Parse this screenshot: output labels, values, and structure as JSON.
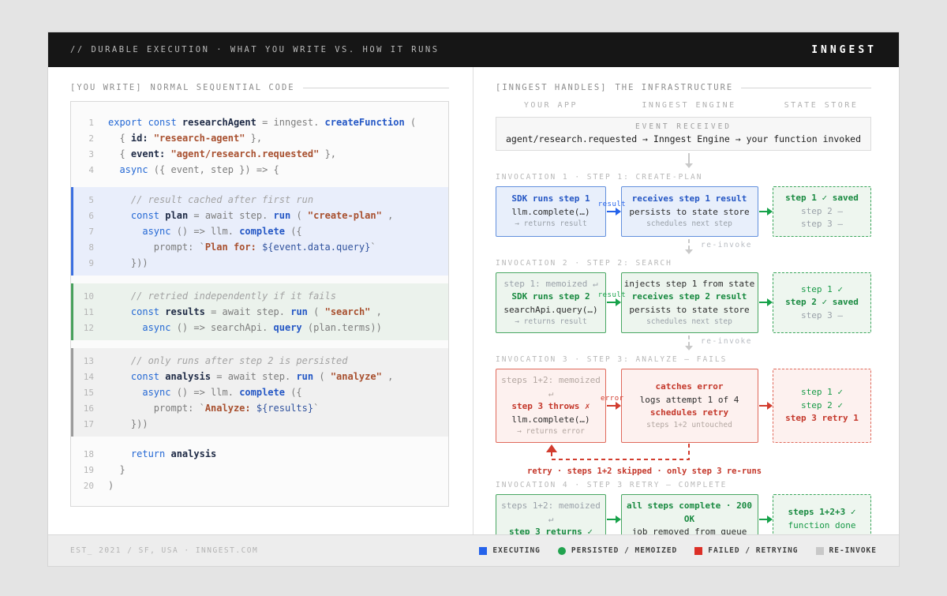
{
  "header": {
    "left": "// DURABLE EXECUTION  ·  WHAT YOU WRITE VS. HOW IT RUNS",
    "brand": "INNGEST"
  },
  "left_panel": {
    "title_tag": "[YOU WRITE]",
    "title": "NORMAL SEQUENTIAL CODE",
    "code": {
      "segments": [
        {
          "hl": "none",
          "lines": [
            {
              "n": 1,
              "tokens": [
                {
                  "t": "export const ",
                  "c": "kw"
                },
                {
                  "t": "researchAgent",
                  "c": "var"
                },
                {
                  "t": " = inngest. ",
                  "c": "pl"
                },
                {
                  "t": "createFunction",
                  "c": "fn"
                },
                {
                  "t": " (",
                  "c": "pl"
                }
              ]
            },
            {
              "n": 2,
              "tokens": [
                {
                  "t": "  { ",
                  "c": "pl"
                },
                {
                  "t": "id:",
                  "c": "var"
                },
                {
                  "t": " ",
                  "c": "pl"
                },
                {
                  "t": "\"research-agent\"",
                  "c": "str"
                },
                {
                  "t": " },",
                  "c": "pl"
                }
              ]
            },
            {
              "n": 3,
              "tokens": [
                {
                  "t": "  { ",
                  "c": "pl"
                },
                {
                  "t": "event:",
                  "c": "var"
                },
                {
                  "t": " ",
                  "c": "pl"
                },
                {
                  "t": "\"agent/research.requested\"",
                  "c": "str"
                },
                {
                  "t": " },",
                  "c": "pl"
                }
              ]
            },
            {
              "n": 4,
              "tokens": [
                {
                  "t": "  ",
                  "c": "pl"
                },
                {
                  "t": "async",
                  "c": "kw"
                },
                {
                  "t": " ({ event, step }) => {",
                  "c": "pl"
                }
              ]
            }
          ]
        },
        {
          "hl": "blue",
          "lines": [
            {
              "n": 5,
              "tokens": [
                {
                  "t": "    // result cached after first run",
                  "c": "cm"
                }
              ]
            },
            {
              "n": 6,
              "tokens": [
                {
                  "t": "    ",
                  "c": "pl"
                },
                {
                  "t": "const ",
                  "c": "kw"
                },
                {
                  "t": "plan",
                  "c": "var"
                },
                {
                  "t": " = await step. ",
                  "c": "pl"
                },
                {
                  "t": "run",
                  "c": "fn"
                },
                {
                  "t": " ( ",
                  "c": "pl"
                },
                {
                  "t": "\"create-plan\"",
                  "c": "str"
                },
                {
                  "t": " ,",
                  "c": "pl"
                }
              ]
            },
            {
              "n": 7,
              "tokens": [
                {
                  "t": "      ",
                  "c": "pl"
                },
                {
                  "t": "async",
                  "c": "kw"
                },
                {
                  "t": " () => llm. ",
                  "c": "pl"
                },
                {
                  "t": "complete",
                  "c": "fn"
                },
                {
                  "t": " ({",
                  "c": "pl"
                }
              ]
            },
            {
              "n": 8,
              "tokens": [
                {
                  "t": "        prompt: `",
                  "c": "pl"
                },
                {
                  "t": "Plan for: ",
                  "c": "str"
                },
                {
                  "t": "${event.data.query}",
                  "c": "tpl"
                },
                {
                  "t": "`",
                  "c": "pl"
                }
              ]
            },
            {
              "n": 9,
              "tokens": [
                {
                  "t": "    }))",
                  "c": "pl"
                }
              ]
            }
          ]
        },
        {
          "hl": "green",
          "lines": [
            {
              "n": 10,
              "tokens": [
                {
                  "t": "    // retried independently if it fails",
                  "c": "cm"
                }
              ]
            },
            {
              "n": 11,
              "tokens": [
                {
                  "t": "    ",
                  "c": "pl"
                },
                {
                  "t": "const ",
                  "c": "kw"
                },
                {
                  "t": "results",
                  "c": "var"
                },
                {
                  "t": " = await step. ",
                  "c": "pl"
                },
                {
                  "t": "run",
                  "c": "fn"
                },
                {
                  "t": " ( ",
                  "c": "pl"
                },
                {
                  "t": "\"search\"",
                  "c": "str"
                },
                {
                  "t": " ,",
                  "c": "pl"
                }
              ]
            },
            {
              "n": 12,
              "tokens": [
                {
                  "t": "      ",
                  "c": "pl"
                },
                {
                  "t": "async",
                  "c": "kw"
                },
                {
                  "t": " () => searchApi. ",
                  "c": "pl"
                },
                {
                  "t": "query",
                  "c": "fn"
                },
                {
                  "t": " (plan.terms))",
                  "c": "pl"
                }
              ]
            }
          ]
        },
        {
          "hl": "gray",
          "lines": [
            {
              "n": 13,
              "tokens": [
                {
                  "t": "    // only runs after step 2 is persisted",
                  "c": "cm"
                }
              ]
            },
            {
              "n": 14,
              "tokens": [
                {
                  "t": "    ",
                  "c": "pl"
                },
                {
                  "t": "const ",
                  "c": "kw"
                },
                {
                  "t": "analysis",
                  "c": "var"
                },
                {
                  "t": " = await step. ",
                  "c": "pl"
                },
                {
                  "t": "run",
                  "c": "fn"
                },
                {
                  "t": " ( ",
                  "c": "pl"
                },
                {
                  "t": "\"analyze\"",
                  "c": "str"
                },
                {
                  "t": " ,",
                  "c": "pl"
                }
              ]
            },
            {
              "n": 15,
              "tokens": [
                {
                  "t": "      ",
                  "c": "pl"
                },
                {
                  "t": "async",
                  "c": "kw"
                },
                {
                  "t": " () => llm. ",
                  "c": "pl"
                },
                {
                  "t": "complete",
                  "c": "fn"
                },
                {
                  "t": " ({",
                  "c": "pl"
                }
              ]
            },
            {
              "n": 16,
              "tokens": [
                {
                  "t": "        prompt: `",
                  "c": "pl"
                },
                {
                  "t": "Analyze: ",
                  "c": "str"
                },
                {
                  "t": "${results}",
                  "c": "tpl"
                },
                {
                  "t": "`",
                  "c": "pl"
                }
              ]
            },
            {
              "n": 17,
              "tokens": [
                {
                  "t": "    }))",
                  "c": "pl"
                }
              ]
            }
          ]
        },
        {
          "hl": "none",
          "lines": [
            {
              "n": 18,
              "tokens": [
                {
                  "t": "    ",
                  "c": "pl"
                },
                {
                  "t": "return ",
                  "c": "kw"
                },
                {
                  "t": "analysis",
                  "c": "var"
                }
              ]
            },
            {
              "n": 19,
              "tokens": [
                {
                  "t": "  }",
                  "c": "pl"
                }
              ]
            },
            {
              "n": 20,
              "tokens": [
                {
                  "t": ")",
                  "c": "pl"
                }
              ]
            }
          ]
        }
      ]
    }
  },
  "right_panel": {
    "title_tag": "[INNGEST HANDLES]",
    "title": "THE INFRASTRUCTURE",
    "columns": [
      "YOUR APP",
      "INNGEST ENGINE",
      "STATE STORE"
    ],
    "event_box": {
      "label": "EVENT RECEIVED",
      "text": "agent/research.requested → Inngest Engine → your function invoked"
    },
    "invocations": [
      {
        "label": "INVOCATION 1 · STEP 1: CREATE-PLAN",
        "theme": "blue",
        "state_theme": "green",
        "app_box": [
          {
            "t": "SDK runs step 1",
            "c": "accent"
          },
          {
            "t": "llm.complete(…)",
            "c": "dark"
          },
          {
            "t": "→ returns result",
            "c": "muted-sm"
          }
        ],
        "arrow1": {
          "label": "result",
          "color": "blue"
        },
        "engine_box": [
          {
            "t": "receives step 1 result",
            "c": "accent"
          },
          {
            "t": "persists to state store",
            "c": "dark"
          },
          {
            "t": "schedules next step",
            "c": "muted-sm"
          }
        ],
        "arrow2": {
          "label": "",
          "color": "green"
        },
        "state_box": [
          {
            "t": "step 1 ✓ saved",
            "c": "green-b"
          },
          {
            "t": "step 2 —",
            "c": "muted"
          },
          {
            "t": "step 3 —",
            "c": "muted"
          }
        ],
        "after": {
          "type": "reinvoke",
          "label": "re-invoke"
        }
      },
      {
        "label": "INVOCATION 2 · STEP 2: SEARCH",
        "theme": "green",
        "state_theme": "green",
        "app_box": [
          {
            "t": "step 1: memoized ↵",
            "c": "muted"
          },
          {
            "t": "SDK runs step 2",
            "c": "accent"
          },
          {
            "t": "searchApi.query(…)",
            "c": "dark"
          },
          {
            "t": "→ returns result",
            "c": "muted-sm"
          }
        ],
        "arrow1": {
          "label": "result",
          "color": "green"
        },
        "engine_box": [
          {
            "t": "injects step 1 from state",
            "c": "dark"
          },
          {
            "t": "receives step 2 result",
            "c": "accent"
          },
          {
            "t": "persists to state store",
            "c": "dark"
          },
          {
            "t": "schedules next step",
            "c": "muted-sm"
          }
        ],
        "arrow2": {
          "label": "",
          "color": "green"
        },
        "state_box": [
          {
            "t": "step 1 ✓",
            "c": "green-n"
          },
          {
            "t": "step 2 ✓ saved",
            "c": "green-b"
          },
          {
            "t": "step 3 —",
            "c": "muted"
          }
        ],
        "after": {
          "type": "reinvoke",
          "label": "re-invoke"
        }
      },
      {
        "label": "INVOCATION 3 · STEP 3: ANALYZE — FAILS",
        "theme": "red",
        "state_theme": "red",
        "app_box": [
          {
            "t": "steps 1+2: memoized ↵",
            "c": "muted"
          },
          {
            "t": "step 3 throws ✗",
            "c": "accent"
          },
          {
            "t": "llm.complete(…)",
            "c": "dark"
          },
          {
            "t": "→ returns error",
            "c": "muted-sm"
          }
        ],
        "arrow1": {
          "label": "error",
          "color": "red"
        },
        "engine_box": [
          {
            "t": "catches error",
            "c": "accent"
          },
          {
            "t": "logs attempt 1 of 4",
            "c": "dark"
          },
          {
            "t": "schedules retry",
            "c": "accent"
          },
          {
            "t": "steps 1+2 untouched",
            "c": "muted-sm"
          }
        ],
        "arrow2": {
          "label": "",
          "color": "red"
        },
        "state_box": [
          {
            "t": "step 1 ✓",
            "c": "green-n"
          },
          {
            "t": "step 2 ✓",
            "c": "green-n"
          },
          {
            "t": "step 3 retry 1",
            "c": "red-b"
          }
        ],
        "after": {
          "type": "retry-loop",
          "label": "retry · steps 1+2 skipped · only step 3 re-runs"
        }
      },
      {
        "label": "INVOCATION 4 · STEP 3 RETRY — COMPLETE",
        "theme": "green",
        "state_theme": "green",
        "app_box": [
          {
            "t": "steps 1+2: memoized ↵",
            "c": "muted"
          },
          {
            "t": "step 3 returns ✓",
            "c": "green-b"
          }
        ],
        "arrow1": {
          "label": "",
          "color": "green"
        },
        "engine_box": [
          {
            "t": "all steps complete · 200 OK",
            "c": "accent"
          },
          {
            "t": "job removed from queue",
            "c": "dark"
          }
        ],
        "arrow2": {
          "label": "",
          "color": "green"
        },
        "state_box": [
          {
            "t": "steps 1+2+3 ✓",
            "c": "green-b"
          },
          {
            "t": "function done",
            "c": "green-n"
          }
        ],
        "after": null
      }
    ]
  },
  "footer": {
    "left": "EST_ 2021 / SF, USA  ·  INNGEST.COM",
    "legend": [
      {
        "label": "EXECUTING",
        "color": "#2563eb",
        "shape": "square"
      },
      {
        "label": "PERSISTED / MEMOIZED",
        "color": "#22a34f",
        "shape": "circle"
      },
      {
        "label": "FAILED / RETRYING",
        "color": "#dc2f27",
        "shape": "square"
      },
      {
        "label": "RE-INVOKE",
        "color": "#c8c8c8",
        "shape": "square"
      }
    ]
  },
  "colors": {
    "blue": "#2563eb",
    "green": "#17a24a",
    "red": "#d23c2e",
    "header_bg": "#161616"
  }
}
